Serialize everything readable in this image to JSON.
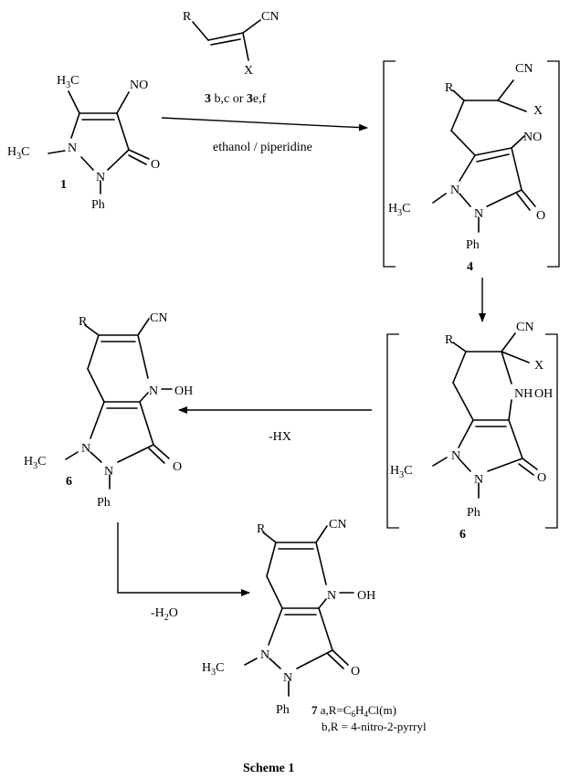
{
  "scheme": {
    "caption": "Scheme 1",
    "atoms": {
      "cn": "CN",
      "x": "X",
      "r": "R",
      "no": "NO",
      "o": "O",
      "n": "N",
      "ph": "Ph",
      "nh": "NH",
      "oh": "OH",
      "h3c_h": "H",
      "h3c_3": "3",
      "h3c_c": "C"
    },
    "compounds": {
      "c1": "1",
      "c4": "4",
      "c6a": "6",
      "c6b": "6",
      "c7": "7"
    },
    "reagent_bold": "3",
    "reagent_rest": " b,c or ",
    "reagent_bold_2": "3",
    "reagent_rest_2": "e,f",
    "conditions": "ethanol /  piperidine",
    "step_hx": "-HX",
    "step_h2o_pre": "-H",
    "step_h2o_sub": "2",
    "step_h2o_post": "O",
    "footnote_a_pre": " a,R=C",
    "footnote_a_sub1": "6",
    "footnote_a_h": "H",
    "footnote_a_sub2": "4",
    "footnote_a_post": "Cl(m)",
    "footnote_b": "b,R = 4-nitro-2-pyrryl"
  }
}
